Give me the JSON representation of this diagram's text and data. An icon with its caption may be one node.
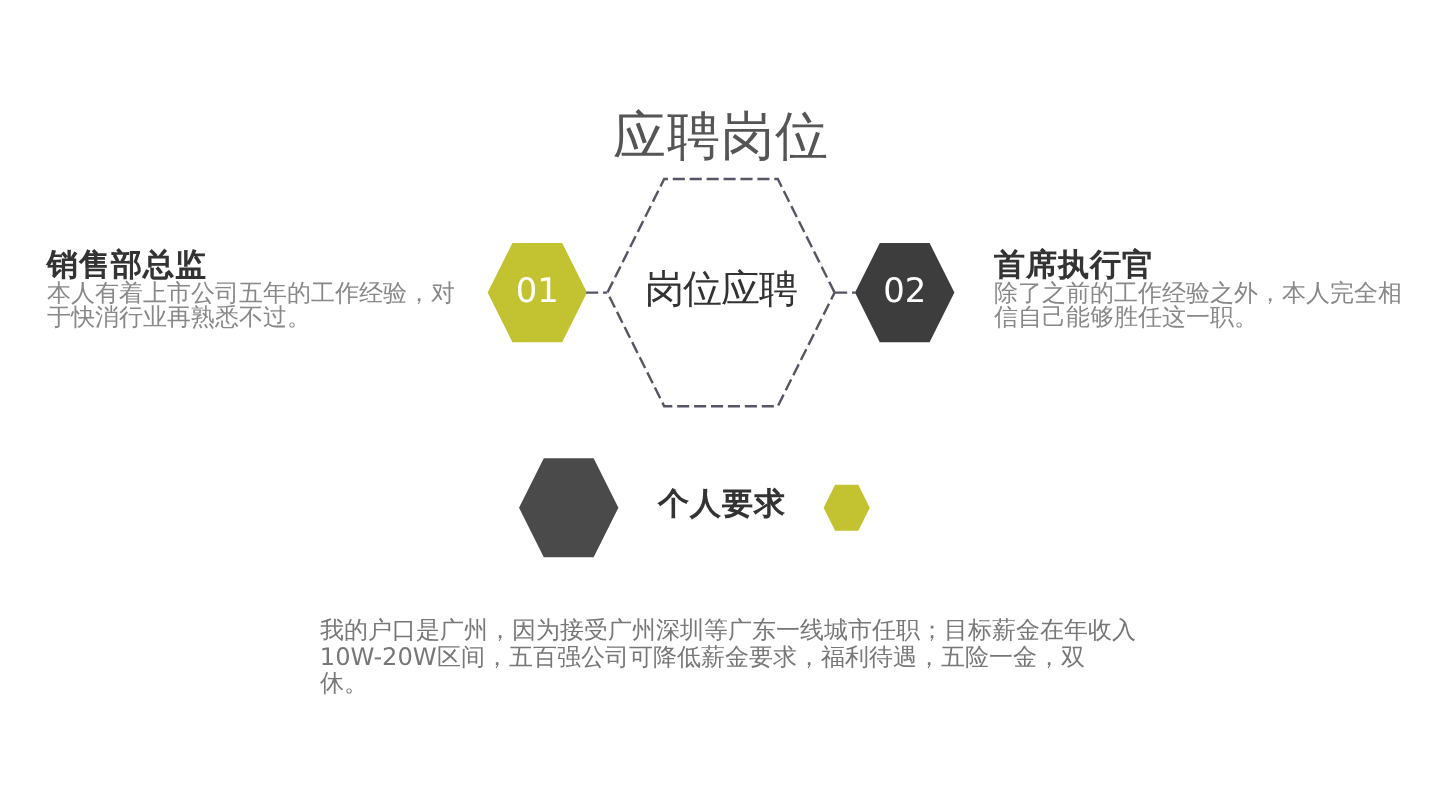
{
  "diagram": {
    "title": "应聘岗位",
    "nodes": [
      {
        "text": [
          "岗位应聘"
        ]
      },
      {
        "text": [
          "01"
        ],
        "beside": [
          "销售部总监",
          "本人有着上市公司五年的工作经验，对于快消行业再熟悉不过。"
        ]
      },
      {
        "text": [
          "02"
        ],
        "beside": [
          "首席执行官",
          "除了之前的工作经验之外，本人完全相信自己能够胜任这一职。"
        ]
      },
      {
        "text": [],
        "shape": "hexagon",
        "beside": [
          "个人要求"
        ]
      },
      {
        "text": [],
        "shape": "hexagon"
      }
    ],
    "edges": [
      {
        "from": 1,
        "to": 0,
        "arrow": "none",
        "style": "dashed"
      },
      {
        "from": 0,
        "to": 2,
        "arrow": "none",
        "style": "dashed"
      }
    ],
    "labels": [
      "我的户口是广州，因为接受广州深圳等广东一线城市任职；目标薪金在年收入10W-20W区间，五百强公司可降低薪金要求，福利待遇，五险一金，双休。"
    ]
  }
}
